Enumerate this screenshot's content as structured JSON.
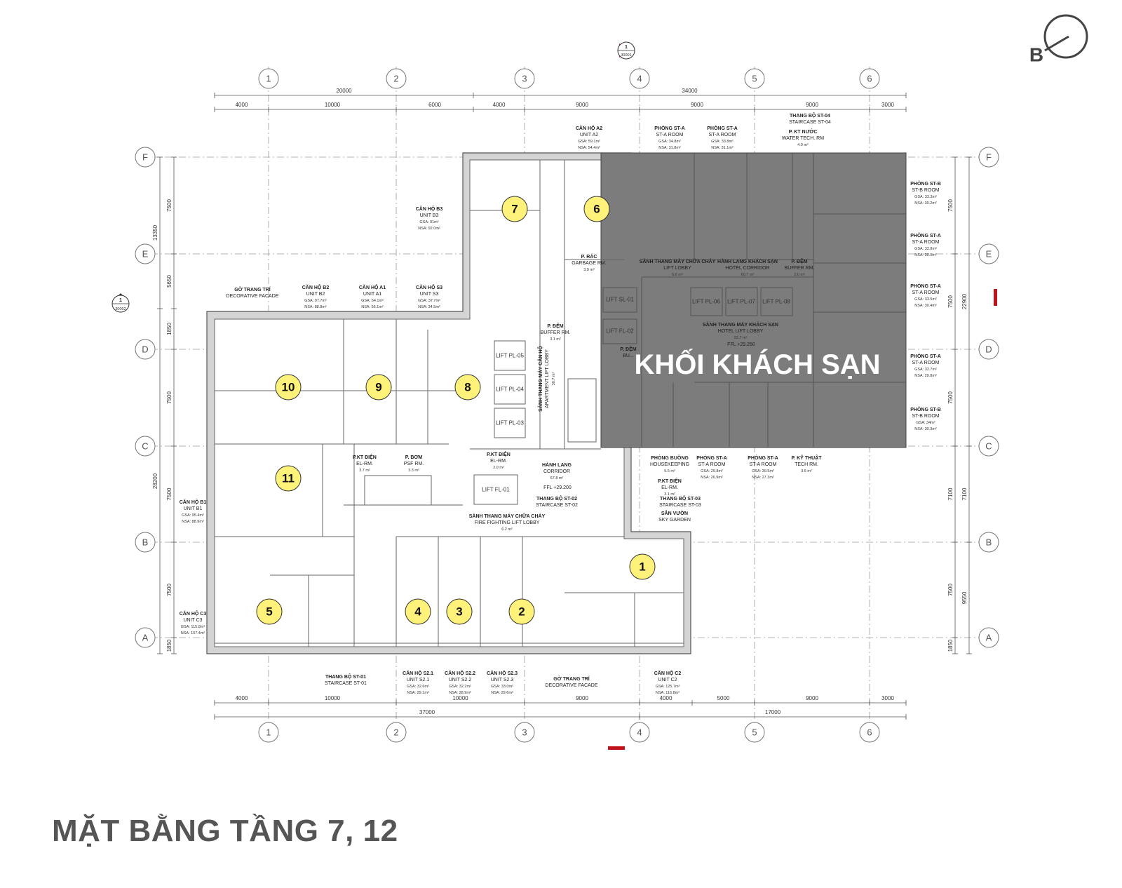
{
  "title": "MẶT BẰNG TẦNG 7, 12",
  "hotel_block_label": "KHỐI KHÁCH SẠN",
  "logo_letter": "B",
  "section_marks": [
    {
      "num": "1",
      "ref": "30001"
    },
    {
      "num": "1",
      "ref": "30002"
    }
  ],
  "grid_columns": [
    "1",
    "2",
    "3",
    "4",
    "5",
    "6"
  ],
  "grid_rows": [
    "F",
    "E",
    "D",
    "C",
    "B",
    "A"
  ],
  "dimensions": {
    "top_total": [
      "20000",
      "34000"
    ],
    "top_segments": [
      "4000",
      "10000",
      "6000",
      "4000",
      "9000",
      "9000",
      "9000",
      "3000"
    ],
    "bottom_segments": [
      "4000",
      "10000",
      "10000",
      "9000",
      "4000",
      "5000",
      "9000",
      "3000"
    ],
    "bottom_total": [
      "37000",
      "17000"
    ],
    "left_segments": [
      "7500",
      "5650",
      "1850",
      "7500",
      "7500",
      "7500",
      "1850"
    ],
    "left_total": [
      "13350",
      "28200"
    ],
    "right_segments": [
      "7500",
      "7500",
      "7500",
      "7100",
      "7500",
      "1850"
    ],
    "right_total": [
      "22900",
      "7100",
      "9550"
    ]
  },
  "units": [
    {
      "no": "1"
    },
    {
      "no": "2"
    },
    {
      "no": "3"
    },
    {
      "no": "4"
    },
    {
      "no": "5"
    },
    {
      "no": "6"
    },
    {
      "no": "7"
    },
    {
      "no": "8"
    },
    {
      "no": "9"
    },
    {
      "no": "10"
    },
    {
      "no": "11"
    }
  ],
  "lifts": [
    "LIFT PL-05",
    "LIFT PL-04",
    "LIFT PL-03",
    "LIFT FL-01",
    "LIFT SL-01",
    "LIFT FL-02",
    "LIFT PL-06",
    "LIFT PL-07",
    "LIFT PL-08"
  ],
  "ffl": [
    "FFL +29.200",
    "FFL +29.250"
  ],
  "labels": {
    "can_ho_a2": [
      "CĂN HỘ A2",
      "UNIT A2",
      "GSA: 59.1m²",
      "NSA: 54.4m²"
    ],
    "can_ho_b3": [
      "CĂN HỘ B3",
      "UNIT B3",
      "GSA: 91m²",
      "NSA: 92.0m²"
    ],
    "go_trang_tri_top": [
      "GỜ TRANG TRÍ",
      "DECORATIVE FACADE"
    ],
    "can_ho_b2": [
      "CĂN HỘ B2",
      "UNIT B2",
      "GSA: 97.7m²",
      "NSA: 88.8m²"
    ],
    "can_ho_a1": [
      "CĂN HỘ A1",
      "UNIT A1",
      "GSA: 64.1m²",
      "NSA: 56.1m²"
    ],
    "can_ho_s3": [
      "CĂN HỘ S3",
      "UNIT S3",
      "GSA: 37.7m²",
      "NSA: 34.5m²"
    ],
    "p_rac": [
      "P. RÁC",
      "GARBAGE RM.",
      "3.9 m²"
    ],
    "p_dem_1": [
      "P. ĐỆM",
      "BUFFER RM.",
      "3.1 m²"
    ],
    "sanh_can_ho": [
      "SẢNH THANG MÁY CĂN HỘ",
      "APARTMENT LIFT LOBBY",
      "30.7 m²"
    ],
    "phong_st_a_1": [
      "PHÒNG ST-A",
      "ST-A ROOM",
      "GSA: 34.8m²",
      "NSA: 31.8m²"
    ],
    "phong_st_a_2": [
      "PHÒNG ST-A",
      "ST-A ROOM",
      "GSA: 33.8m²",
      "NSA: 31.1m²"
    ],
    "thang_bo_st04": [
      "THANG BỘ ST-04",
      "STAIRCASE ST-04"
    ],
    "p_kt_nuoc": [
      "P. KT NƯỚC",
      "WATER TECH. RM",
      "4.0 m²"
    ],
    "sanh_chua_chay_top": [
      "SẢNH THANG MÁY CHỮA CHÁY",
      "LIFT LOBBY",
      "6.6 m²"
    ],
    "hanh_lang_ks": [
      "HÀNH LANG KHÁCH SẠN",
      "HOTEL CORRIDOR",
      "60.7 m²"
    ],
    "p_dem_2": [
      "P. ĐỆM",
      "BUFFER RM.",
      "2.0 m²"
    ],
    "sanh_ks": [
      "SẢNH THANG MÁY KHÁCH SẠN",
      "HOTEL LIFT LOBBY",
      "22.7 m²"
    ],
    "p_dem_3": [
      "P. ĐỆM",
      "BU..."
    ],
    "phong_st_b_1": [
      "PHÒNG ST-B",
      "ST-B ROOM",
      "GSA: 33.3m²",
      "NSA: 30.2m²"
    ],
    "phong_st_a_3": [
      "PHÒNG ST-A",
      "ST-A ROOM",
      "GSA: 32.8m²",
      "NSA: 30.0m²"
    ],
    "phong_st_a_4": [
      "PHÒNG ST-A",
      "ST-A ROOM",
      "GSA: 33.5m²",
      "NSA: 30.4m²"
    ],
    "phong_st_a_5": [
      "PHÒNG ST-A",
      "ST-A ROOM",
      "GSA: 32.7m²",
      "NSA: 29.8m²"
    ],
    "phong_st_b_2": [
      "PHÒNG ST-B",
      "ST-B ROOM",
      "GSA: 34m²",
      "NSA: 30.3m²"
    ],
    "p_kt_dien_1": [
      "P.KT ĐIỆN",
      "EL-RM.",
      "3.7 m²"
    ],
    "p_bom": [
      "P. BƠM",
      "PSF RM.",
      "3.3 m²"
    ],
    "p_kt_dien_2": [
      "P.KT ĐIỆN",
      "EL-RM.",
      "2.0 m²"
    ],
    "hanh_lang": [
      "HÀNH LANG",
      "CORRIDOR",
      "67.8 m²"
    ],
    "thang_bo_st02": [
      "THANG BỘ ST-02",
      "STAIRCASE ST-02"
    ],
    "sanh_chua_chay": [
      "SẢNH THANG MÁY CHỮA CHÁY",
      "FIRE FIGHTING LIFT LOBBY",
      "6.2 m²"
    ],
    "phong_buong": [
      "PHÒNG BUỒNG",
      "HOUSEKEEPING",
      "5.5 m²"
    ],
    "phong_st_a_6": [
      "PHÒNG ST-A",
      "ST-A ROOM",
      "GSA: 29.8m²",
      "NSA: 26.9m²"
    ],
    "phong_st_a_7": [
      "PHÒNG ST-A",
      "ST-A ROOM",
      "GSA: 30.5m²",
      "NSA: 27.3m²"
    ],
    "p_ky_thuat": [
      "P. KỸ THUẬT",
      "TECH RM.",
      "3.5 m²"
    ],
    "p_kt_dien_3": [
      "P.KT ĐIỆN",
      "EL-RM.",
      "3.1 m²"
    ],
    "thang_bo_st03": [
      "THANG BỘ ST-03",
      "STAIRCASE ST-03"
    ],
    "san_vuon": [
      "SÂN VƯỜN",
      "SKY GARDEN"
    ],
    "can_ho_b1": [
      "CĂN HỘ B1",
      "UNIT B1",
      "GSA: 95.4m²",
      "NSA: 88.9m²"
    ],
    "can_ho_c3": [
      "CĂN HỘ C3",
      "UNIT C3",
      "GSA: 115.8m²",
      "NSA: 107.4m²"
    ],
    "thang_bo_st01": [
      "THANG BỘ ST-01",
      "STAIRCASE ST-01"
    ],
    "can_ho_s21": [
      "CĂN HỘ S2.1",
      "UNIT S2.1",
      "GSA: 32.6m²",
      "NSA: 29.1m²"
    ],
    "can_ho_s22": [
      "CĂN HỘ S2.2",
      "UNIT S2.2",
      "GSA: 32.2m²",
      "NSA: 28.9m²"
    ],
    "can_ho_s23": [
      "CĂN HỘ S2.3",
      "UNIT S2.3",
      "GSA: 33.0m²",
      "NSA: 29.6m²"
    ],
    "go_trang_tri_bottom": [
      "GỜ TRANG TRÍ",
      "DECORATIVE FACADE"
    ],
    "can_ho_c2": [
      "CĂN HỘ C2",
      "UNIT C2",
      "GSA: 125.7m²",
      "NSA: 116.8m²"
    ]
  }
}
